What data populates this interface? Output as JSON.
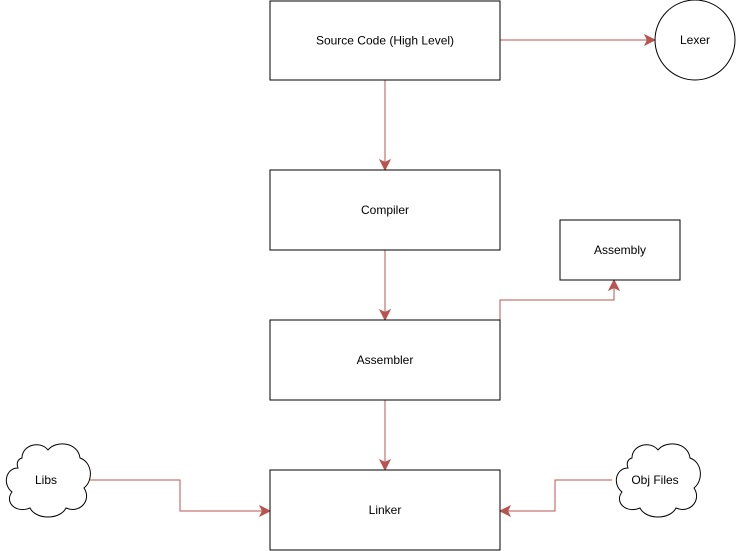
{
  "diagram": {
    "edge_color": "#b85450",
    "node_border_color": "#000000",
    "nodes": {
      "source_code": "Source Code (High Level)",
      "lexer": "Lexer",
      "compiler": "Compiler",
      "assembly": "Assembly",
      "assembler": "Assembler",
      "linker": "Linker",
      "libs": "Libs",
      "obj_files": "Obj Files"
    },
    "edges": [
      {
        "from": "source_code",
        "to": "lexer"
      },
      {
        "from": "source_code",
        "to": "compiler"
      },
      {
        "from": "compiler",
        "to": "assembler"
      },
      {
        "from": "assembler",
        "to": "assembly"
      },
      {
        "from": "assembler",
        "to": "linker"
      },
      {
        "from": "libs",
        "to": "linker"
      },
      {
        "from": "obj_files",
        "to": "linker"
      }
    ]
  }
}
